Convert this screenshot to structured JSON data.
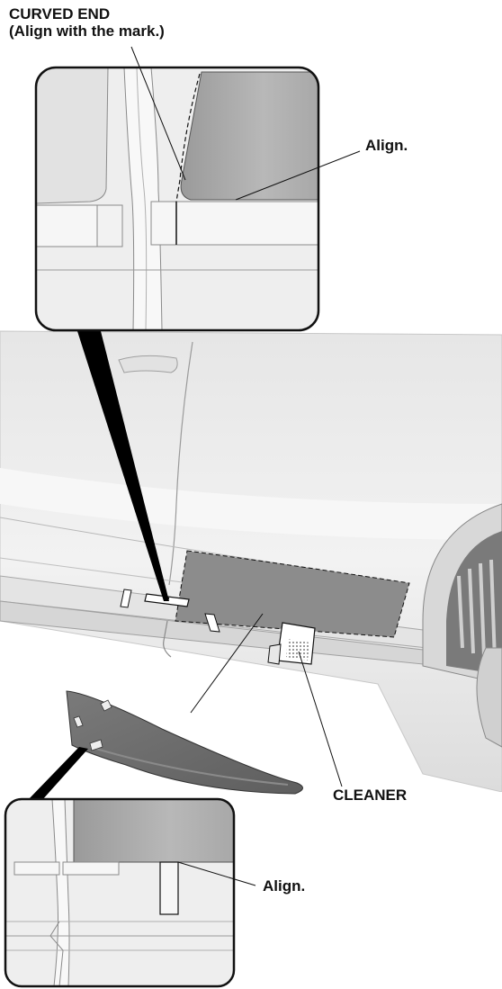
{
  "labels": {
    "curved_end_line1": "CURVED END",
    "curved_end_line2": "(Align with the mark.)",
    "align_top": "Align.",
    "cleaner": "CLEANER",
    "align_bottom": "Align."
  },
  "colors": {
    "ink": "#111111",
    "body_light": "#eeeeee",
    "body_mid": "#d9d9d9",
    "panel_gray": "#8a8a8a",
    "molding_dark": "#6a6a6a"
  }
}
